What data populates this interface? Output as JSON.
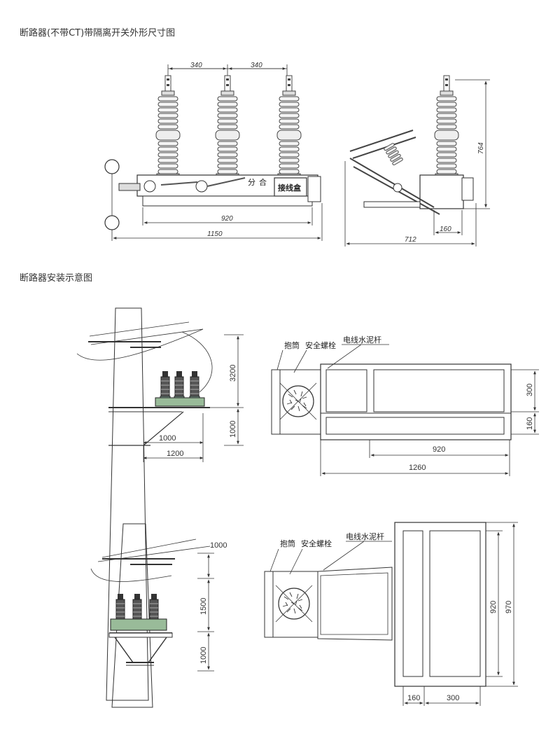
{
  "sections": {
    "dimension_title": "断路器(不带CT)带隔离开关外形尺寸图",
    "install_title": "断路器安装示意图"
  },
  "front_view": {
    "dim_spacing_1": "340",
    "dim_spacing_2": "340",
    "dim_inner": "920",
    "dim_outer": "1150",
    "junction_box": "接线盒",
    "fen_label": "分",
    "he_label": "合"
  },
  "side_view": {
    "dim_height": "764",
    "dim_depth_small": "160",
    "dim_depth": "712"
  },
  "install_1": {
    "dim_height_upper": "3200",
    "dim_height_lower": "1000",
    "dim_arm_short": "1000",
    "dim_arm_long": "1200"
  },
  "plan_1": {
    "hoop_label": "抱筒",
    "bolt_label": "安全螺栓",
    "pole_label": "电线水泥杆",
    "dim_300": "300",
    "dim_160": "160",
    "dim_920": "920",
    "dim_1260": "1260"
  },
  "install_2": {
    "dim_top": "1000",
    "dim_mid": "1500",
    "dim_bottom": "1000"
  },
  "plan_2": {
    "hoop_label": "抱筒",
    "bolt_label": "安全螺栓",
    "pole_label": "电线水泥杆",
    "dim_920": "920",
    "dim_970": "970",
    "dim_160": "160",
    "dim_300": "300"
  }
}
